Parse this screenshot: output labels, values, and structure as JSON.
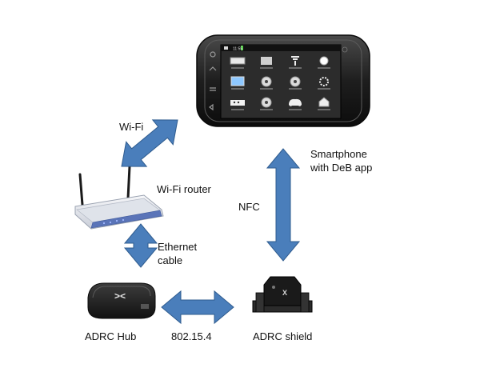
{
  "colors": {
    "arrow_fill": "#4a7ebb",
    "arrow_stroke": "#2f5c8f",
    "phone_body": "#1e1e1e",
    "screen_bg": "#2a2a2a",
    "router_body": "#e8ebf0",
    "router_stripe": "#5a74b8",
    "hub_body": "#2b2b2b",
    "shield_body": "#1a1a1a"
  },
  "labels": {
    "wifi_link": "Wi-Fi",
    "wifi_router": "Wi-Fi router",
    "ethernet_line1": "Ethernet",
    "ethernet_line2": "cable",
    "nfc_link": "NFC",
    "smartphone_line1": "Smartphone",
    "smartphone_line2": "with DeB app",
    "adrc_hub": "ADRC Hub",
    "zigbee_link": "802.15.4",
    "adrc_shield": "ADRC shield"
  },
  "phone": {
    "status_time": "11:55",
    "app_tiles": [
      {
        "icon": "tv-icon"
      },
      {
        "icon": "vhs-icon"
      },
      {
        "icon": "speaker-icon"
      },
      {
        "icon": "remote-icon"
      },
      {
        "icon": "monitor-icon"
      },
      {
        "icon": "disc-icon"
      },
      {
        "icon": "bluray-icon"
      },
      {
        "icon": "gear-icon"
      },
      {
        "icon": "dvd-icon"
      },
      {
        "icon": "projector-icon"
      },
      {
        "icon": "gamepad-icon"
      },
      {
        "icon": "house-icon"
      }
    ]
  },
  "hub": {
    "logo": "><"
  },
  "shield": {
    "logo": "X"
  }
}
